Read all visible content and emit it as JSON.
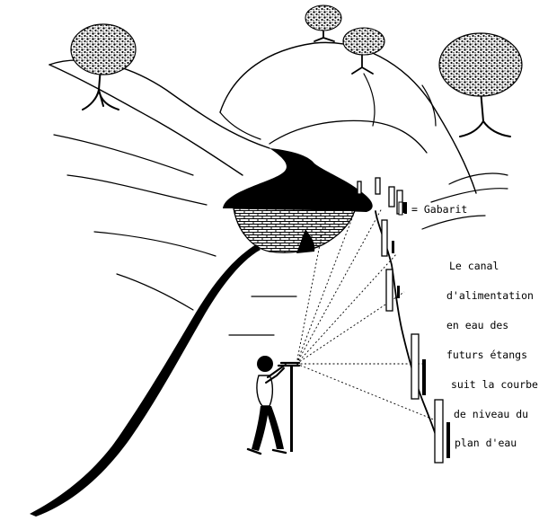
{
  "labels": {
    "gabarit": "= Gabarit",
    "caption_lines": [
      "Le canal",
      "d'alimentation",
      "en eau des",
      "futurs étangs",
      "suit la courbe",
      "de niveau du",
      "plan d'eau"
    ]
  }
}
